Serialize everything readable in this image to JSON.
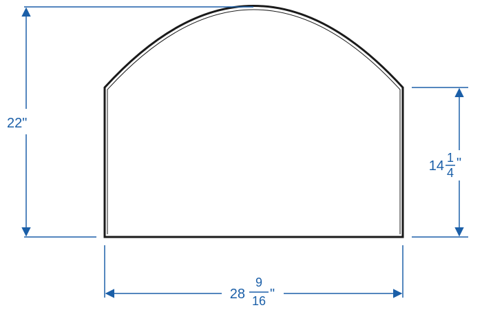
{
  "colors": {
    "dimension": "#1b5fa8",
    "outline": "#1a1a1a",
    "fill": "#ffffff"
  },
  "dimensions": {
    "overall_height": {
      "text": "22\""
    },
    "side_height": {
      "whole": "14",
      "numerator": "1",
      "denominator": "4",
      "unit": "\""
    },
    "width": {
      "whole": "28",
      "numerator": "9",
      "denominator": "16",
      "unit": "\""
    }
  }
}
